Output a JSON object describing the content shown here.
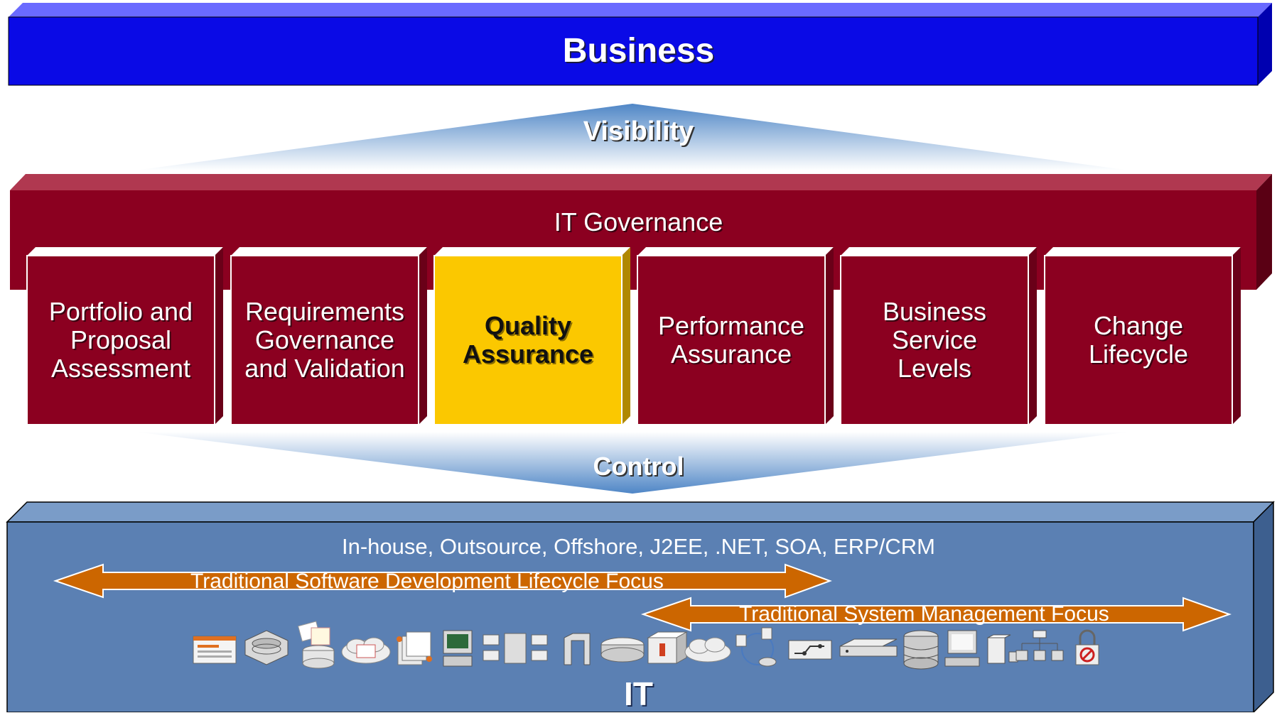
{
  "business": {
    "label": "Business"
  },
  "visibility": {
    "label": "Visibility"
  },
  "governance": {
    "label": "IT Governance",
    "boxes": [
      {
        "label": "Portfolio and\nProposal\nAssessment"
      },
      {
        "label": "Requirements\nGovernance\nand Validation"
      },
      {
        "label": "Quality\nAssurance"
      },
      {
        "label": "Performance\nAssurance"
      },
      {
        "label": "Business\nService\nLevels"
      },
      {
        "label": "Change\nLifecycle"
      }
    ]
  },
  "control": {
    "label": "Control"
  },
  "it": {
    "label": "IT",
    "technologies": "In-house, Outsource, Offshore, J2EE, .NET, SOA, ERP/CRM",
    "arrows": [
      {
        "label": "Traditional Software Development Lifecycle Focus"
      },
      {
        "label": "Traditional System Management Focus"
      }
    ],
    "icons": [
      "web-page-icon",
      "disk-storage-icon",
      "documents-database-icon",
      "cloud-window-icon",
      "document-stack-icon",
      "workstation-icon",
      "server-rack-icon",
      "arch-icon",
      "router-icon",
      "firewall-icon",
      "cloud-icon",
      "network-node-icon",
      "network-switch-icon",
      "rack-device-icon",
      "database-icon",
      "desktop-computer-icon",
      "tower-server-icon",
      "hierarchy-network-icon",
      "lock-icon"
    ]
  },
  "colors": {
    "business_blue": "#0a0ae6",
    "governance_red": "#8b0020",
    "qa_yellow": "#fbc800",
    "it_blue": "#5b80b3",
    "arrow_orange": "#cc6600"
  }
}
